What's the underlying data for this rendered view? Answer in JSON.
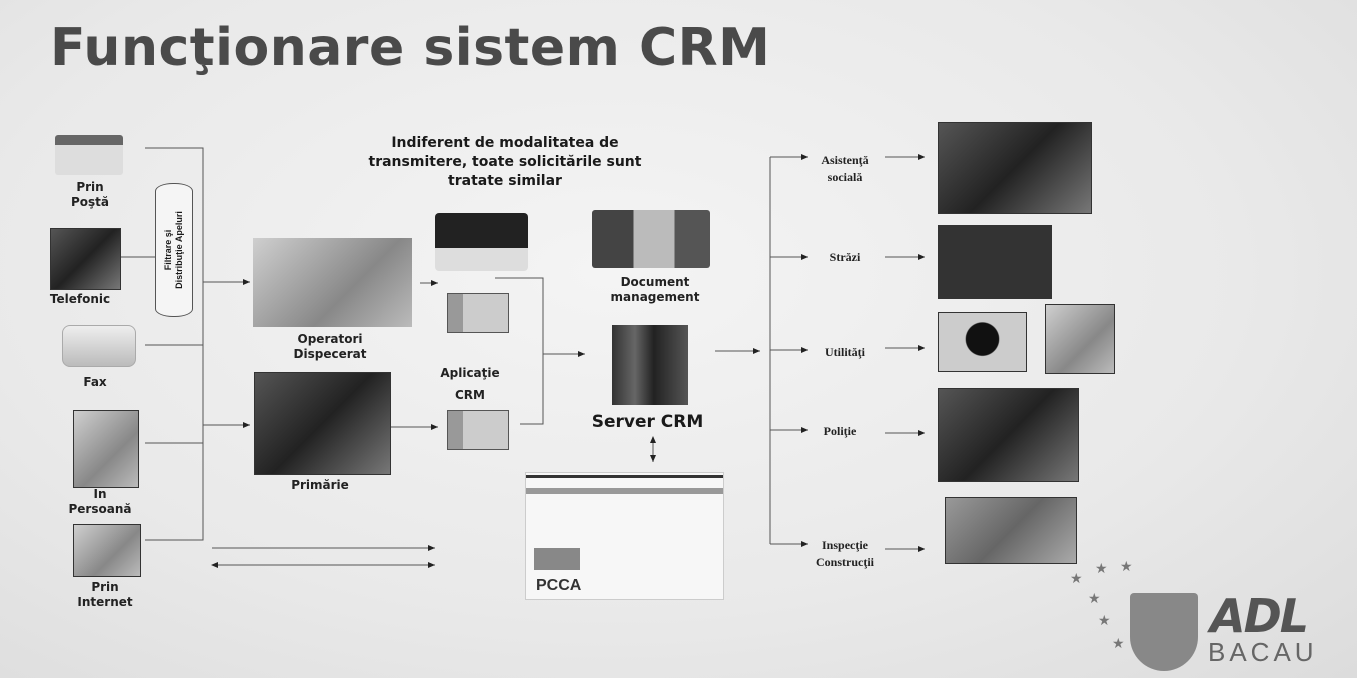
{
  "title": "Funcţionare sistem CRM",
  "intro_text": "Indiferent de modalitatea de transmitere, toate solicitările sunt tratate similar",
  "channels": [
    {
      "label_1": "Prin",
      "label_2": "Poştă"
    },
    {
      "label_1": "Telefonic",
      "label_2": ""
    },
    {
      "label_1": "Fax",
      "label_2": ""
    },
    {
      "label_1": "In",
      "label_2": "Persoană"
    },
    {
      "label_1": "Prin",
      "label_2": "Internet"
    }
  ],
  "filter": {
    "line_1": "Filtrare şi",
    "line_2": "Distribuţie Apeluri"
  },
  "operators_label": {
    "line_1": "Operatori",
    "line_2": "Dispecerat"
  },
  "primarie_label": "Primărie",
  "crm_app_label": {
    "line_1": "Aplicaţie",
    "line_2": "CRM"
  },
  "doc_mgmt_label": {
    "line_1": "Document",
    "line_2": "management"
  },
  "server_label": "Server CRM",
  "portal_label": "PCCA",
  "departments": [
    {
      "line_1": "Asistenţă",
      "line_2": "socială"
    },
    {
      "line_1": "Străzi",
      "line_2": ""
    },
    {
      "line_1": "Utilităţi",
      "line_2": ""
    },
    {
      "line_1": "Poliţie",
      "line_2": ""
    },
    {
      "line_1": "Inspecţie",
      "line_2": "Construcţii"
    }
  ],
  "logo": {
    "name": "ADL",
    "city": "BACAU"
  }
}
